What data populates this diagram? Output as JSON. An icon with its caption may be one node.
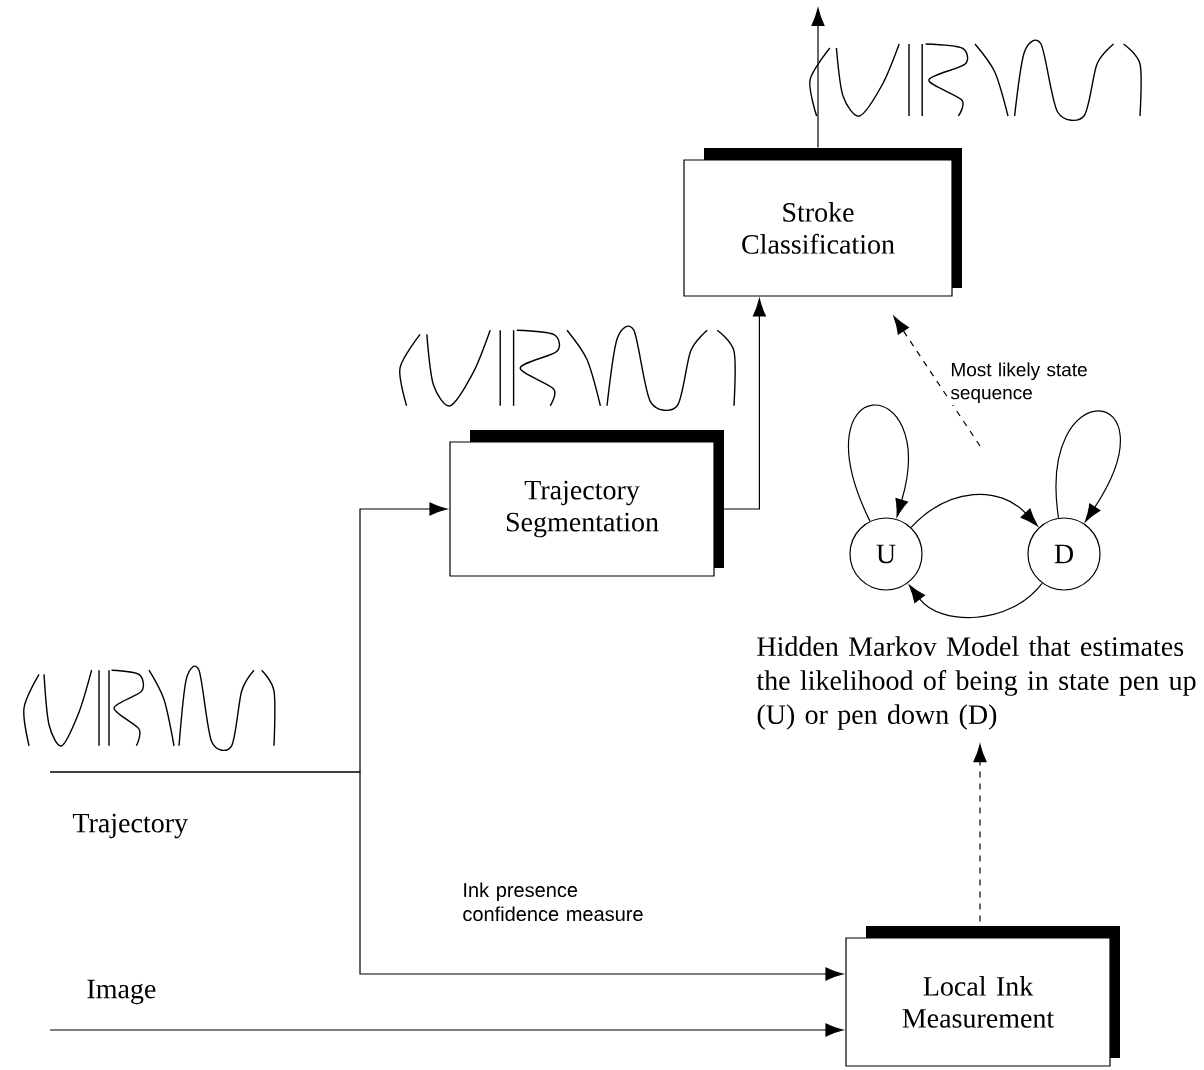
{
  "diagram": {
    "nodes": [
      {
        "text": [
          "Stroke Classification"
        ]
      },
      {
        "text": [
          "Trajectory Segmentation"
        ]
      },
      {
        "text": [
          "U"
        ]
      },
      {
        "text": [
          "D"
        ]
      },
      {
        "text": [
          "Hidden Markov Model that estimates the likelihood of being in state pen up (U) or pen down (D)"
        ]
      },
      {
        "text": [
          "Local Ink Measurement"
        ]
      },
      {
        "text": [
          "Trajectory"
        ]
      },
      {
        "text": [
          "Image"
        ]
      }
    ],
    "edges": [
      {
        "from": 6,
        "to": 1,
        "arrow": "to"
      },
      {
        "from": 6,
        "to": 5,
        "arrow": "to",
        "label": "Ink presence confidence measure"
      },
      {
        "from": 7,
        "to": 5,
        "arrow": "to"
      },
      {
        "from": 1,
        "to": 0,
        "arrow": "to"
      },
      {
        "from": 0,
        "to": null,
        "arrow": "to"
      },
      {
        "from": 5,
        "to": 4,
        "arrow": "to",
        "style": "dashed"
      },
      {
        "from": null,
        "to": 0,
        "arrow": "to",
        "style": "dashed",
        "label": "Most likely state sequence"
      },
      {
        "from": 2,
        "to": 2,
        "arrow": "to"
      },
      {
        "from": 3,
        "to": 3,
        "arrow": "to"
      },
      {
        "from": 2,
        "to": 3,
        "arrow": "to"
      },
      {
        "from": 3,
        "to": 2,
        "arrow": "to"
      }
    ]
  }
}
